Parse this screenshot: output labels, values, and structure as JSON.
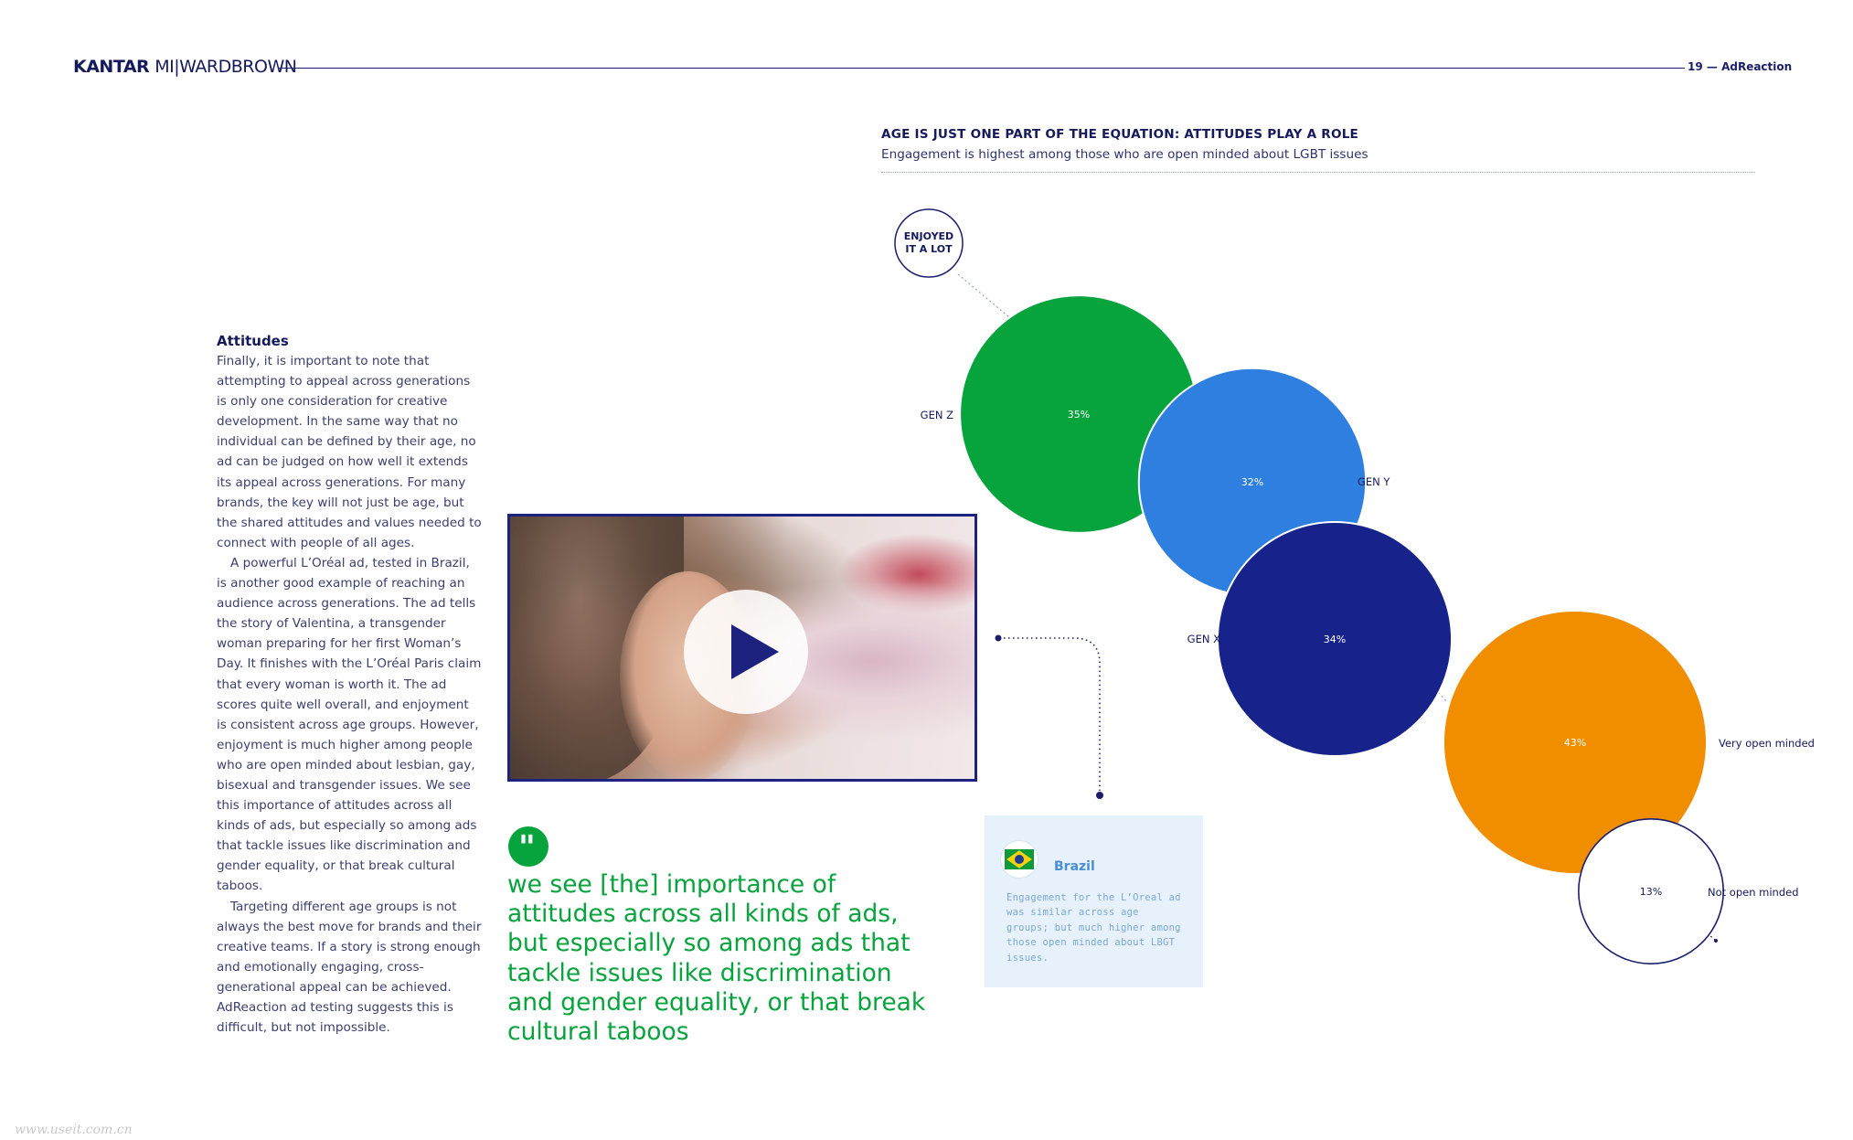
{
  "header": {
    "brand_bold": "KANTAR",
    "brand_rest": "MI|WARDBROWN",
    "page_number": "19",
    "separator": "—",
    "section": "AdReaction"
  },
  "article": {
    "heading": "Attitudes",
    "paragraphs": [
      "Finally, it is important to note that attempting to appeal across generations is only one consideration for creative development. In the same way that no individual can be defined by their age, no ad can be judged on how well it extends its appeal across generations. For many brands, the key will not just be age, but the shared attitudes and values needed to connect with people of all ages.",
      "A powerful L’Oréal ad, tested in Brazil, is another good example of reaching an audience across generations. The ad tells the story of Valentina, a transgender woman preparing for her first Woman’s Day. It finishes with the L’Oréal Paris claim that every woman is worth it. The ad scores quite well overall, and enjoyment is consistent across age groups. However, enjoyment is much higher among people who are open minded about lesbian, gay, bisexual and transgender issues. We see this importance of attitudes across all kinds of ads, but especially so among ads that tackle issues like discrimination and gender equality, or that break cultural taboos.",
      "Targeting different age groups is not always the best move for brands and their creative teams. If a story is strong enough and emotionally engaging, cross-generational appeal can be achieved. AdReaction ad testing suggests this is difficult, but not impossible."
    ]
  },
  "quote": {
    "mark": "\"",
    "text": "we see [the] importance of attitudes across all kinds of ads, but especially so among ads that tackle issues like discrimination and gender equality, or that break cultural taboos"
  },
  "callout": {
    "country": "Brazil",
    "body": "Engagement for the L’Oreal ad was similar across age groups; but much higher among those open minded about LBGT issues."
  },
  "chart_data": {
    "type": "bubble",
    "title": "AGE IS JUST ONE PART OF THE EQUATION: ATTITUDES PLAY A ROLE",
    "subtitle": "Engagement is highest among those who are open minded about LGBT issues",
    "measure_label_line1": "ENJOYED",
    "measure_label_line2": "IT A LOT",
    "unit": "%",
    "categories": [
      "GEN Z",
      "GEN Y",
      "GEN X",
      "Very open minded",
      "Not open minded"
    ],
    "values": [
      35,
      32,
      34,
      43,
      13
    ],
    "value_labels": [
      "35%",
      "32%",
      "34%",
      "43%",
      "13%"
    ],
    "colors": [
      "#07a33c",
      "#2f7fe0",
      "#17238a",
      "#f08e00",
      "#ffffff"
    ]
  },
  "watermark": "www.useit.com.cn"
}
